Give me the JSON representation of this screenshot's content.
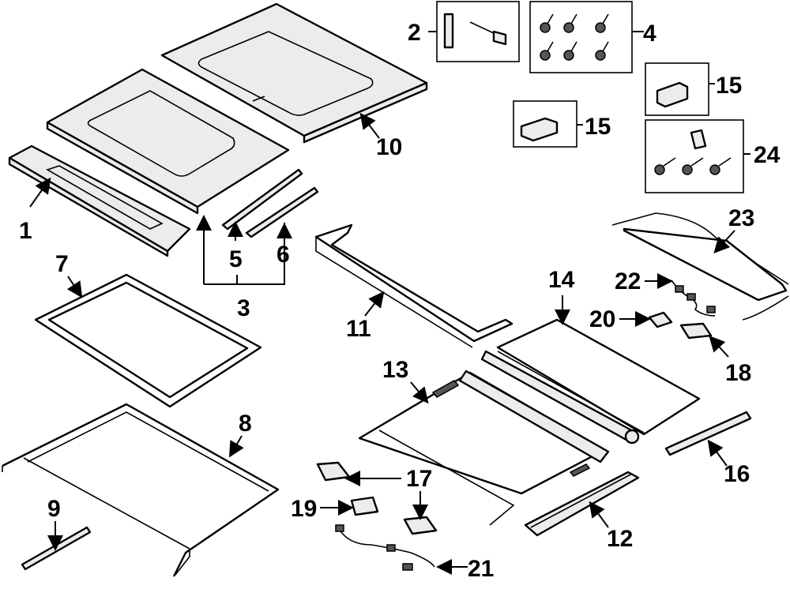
{
  "callouts": {
    "c1": "1",
    "c2": "2",
    "c3": "3",
    "c4": "4",
    "c5": "5",
    "c6": "6",
    "c7": "7",
    "c8": "8",
    "c9": "9",
    "c10": "10",
    "c11": "11",
    "c12": "12",
    "c13": "13",
    "c14": "14",
    "c15a": "15",
    "c15b": "15",
    "c16": "16",
    "c17": "17",
    "c18": "18",
    "c19": "19",
    "c20": "20",
    "c21": "21",
    "c22": "22",
    "c23": "23",
    "c24": "24"
  },
  "colors": {
    "ink": "#000000",
    "paper": "#ffffff",
    "part_fill": "#ececec"
  }
}
